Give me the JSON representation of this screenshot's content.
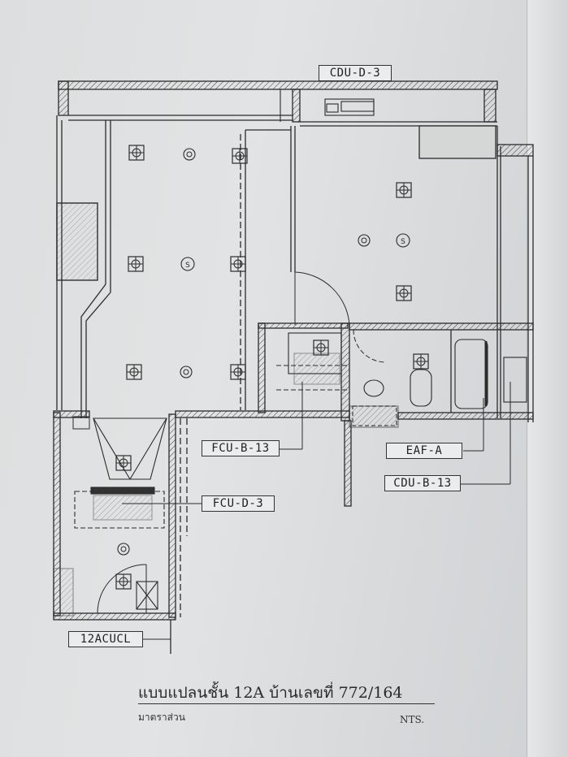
{
  "drawing": {
    "title": "แบบแปลนชั้น 12A บ้านเลขที่ 772/164",
    "scale_label": "มาตราส่วน",
    "nts_label": "NTS."
  },
  "tags": {
    "cdu_d3": "CDU-D-3",
    "fcu_b13": "FCU-B-13",
    "fcu_d3": "FCU-D-3",
    "eaf_a": "EAF-A",
    "cdu_b13": "CDU-B-13",
    "acucl": "12ACUCL"
  },
  "symbols": {
    "ceiling_light": "crosshair-square-icon",
    "downlight": "double-circle-icon",
    "smoke_detector": "s-circle-icon",
    "speaker": "S"
  },
  "colors": {
    "line": "#2b2b2b",
    "paper": "#dedfe0"
  }
}
